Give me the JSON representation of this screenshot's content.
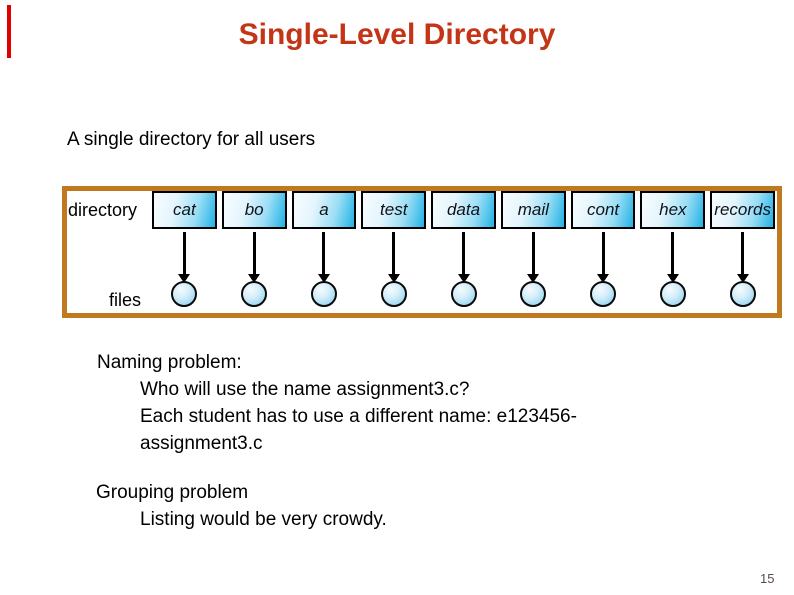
{
  "slide": {
    "title": "Single-Level Directory",
    "intro": "A single directory for all users",
    "naming_heading": "Naming problem:",
    "naming_line1": "Who will use the name assignment3.c?",
    "naming_line2": "Each student has to use a different name: e123456-",
    "naming_line3": "assignment3.c",
    "grouping_heading": "Grouping problem",
    "grouping_line1": "Listing would be very crowdy.",
    "page_number": "15"
  },
  "diagram": {
    "directory_label": "directory",
    "files_label": "files",
    "entries": [
      "cat",
      "bo",
      "a",
      "test",
      "data",
      "mail",
      "cont",
      "hex",
      "records"
    ]
  },
  "colors": {
    "title_red": "#c43517",
    "accent_red": "#e00000",
    "diagram_border_orange": "#c1791f",
    "entry_box_cyan": "#22b1e5",
    "entry_box_light": "#f8fdff",
    "file_node_blue": "#a4dbf2",
    "page_number_gray": "#5c4b45"
  }
}
